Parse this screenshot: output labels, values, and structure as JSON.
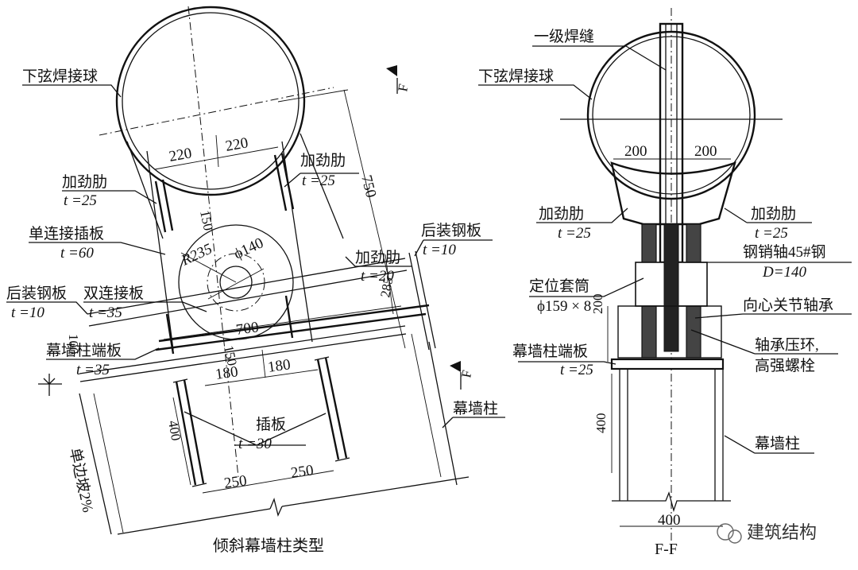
{
  "left": {
    "title": "倾斜幕墙柱类型",
    "labels": {
      "ball": "下弦焊接球",
      "rib_left": "加劲肋",
      "rib_left_t": "t =25",
      "rib_right": "加劲肋",
      "rib_right_t": "t =25",
      "single_plate": "单连接插板",
      "single_plate_t": "t =60",
      "rear_plate_right": "后装钢板",
      "rear_plate_right_t": "t =10",
      "rib_mid": "加劲肋",
      "rib_mid_t": "t =20",
      "rear_plate_left": "后装钢板",
      "rear_plate_left_t": "t =10",
      "double_plate": "双连接板",
      "double_plate_t": "t =35",
      "end_plate": "幕墙柱端板",
      "end_plate_t": "t =35",
      "insert_plate": "插板",
      "insert_plate_t": "t =30",
      "column": "幕墙柱",
      "slope": "单边坡2%",
      "section_mark_top": "F",
      "section_mark_bottom": "F"
    },
    "dims": {
      "d220a": "220",
      "d220b": "220",
      "d750": "750",
      "d150a": "150",
      "r235": "R235",
      "phi140": "ϕ140",
      "d285": "285",
      "d700": "700",
      "d100": "100",
      "d150b": "150",
      "d180a": "180",
      "d180b": "180",
      "d400": "400",
      "d250a": "250",
      "d250b": "250"
    }
  },
  "right": {
    "title": "F-F",
    "labels": {
      "weld": "一级焊缝",
      "ball": "下弦焊接球",
      "rib_left": "加劲肋",
      "rib_left_t": "t =25",
      "rib_right": "加劲肋",
      "rib_right_t": "t =25",
      "pin": "钢销轴45#钢",
      "pin_d": "D=140",
      "sleeve": "定位套筒",
      "sleeve_spec": "ϕ159 × 8",
      "bearing": "向心关节轴承",
      "ring": "轴承压环,",
      "bolt": "高强螺栓",
      "end_plate": "幕墙柱端板",
      "end_plate_t": "t =25",
      "column": "幕墙柱"
    },
    "dims": {
      "d200a": "200",
      "d200b": "200",
      "d200c": "200",
      "d400a": "400",
      "d400b": "400"
    }
  },
  "watermark": "建筑结构"
}
